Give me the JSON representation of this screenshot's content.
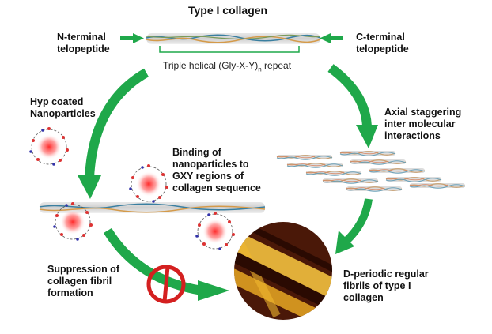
{
  "title": "Type I collagen",
  "labels": {
    "n_terminal": "N-terminal\ntelopeptide",
    "c_terminal": "C-terminal\ntelopeptide",
    "triple_helical_prefix": "Triple helical  (Gly-X-Y)",
    "triple_helical_sub": "n",
    "triple_helical_suffix": " repeat",
    "hyp_coated": "Hyp coated\nNanoparticles",
    "axial": "Axial staggering\ninter molecular\ninteractions",
    "binding": "Binding  of\nnanoparticles to\nGXY regions of\ncollagen sequence",
    "suppression": "Suppression of\ncollagen fibril\nformation",
    "d_periodic": "D-periodic regular\nfibrils of type I\ncollagen"
  },
  "colors": {
    "arrow_green": "#1fa84a",
    "inhibit_red": "#d42020",
    "nanoparticle_core": "#ff3b3b",
    "fibril_gold": "#e8a824",
    "fibril_dark": "#3a1205"
  }
}
